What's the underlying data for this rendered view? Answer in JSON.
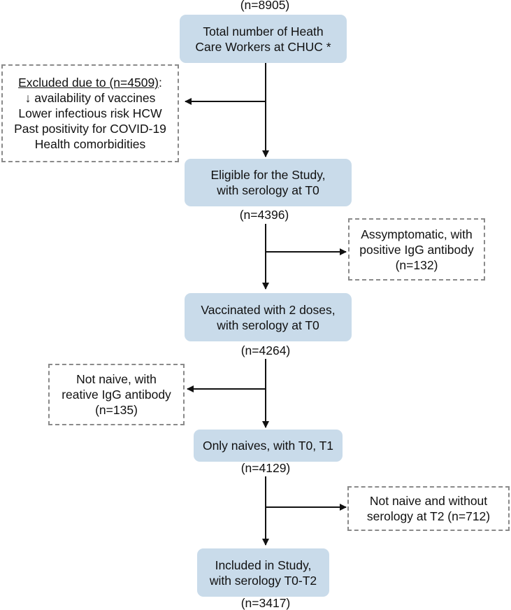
{
  "diagram": {
    "top_count": "(n=8905)",
    "steps": [
      {
        "lines": [
          "Total number of Heath",
          "Care Workers at CHUC *"
        ],
        "count": ""
      },
      {
        "lines": [
          "Eligible for the Study,",
          "with serology at T0"
        ],
        "count": "(n=4396)"
      },
      {
        "lines": [
          "Vaccinated with 2 doses,",
          "with serology at T0"
        ],
        "count": "(n=4264)"
      },
      {
        "lines": [
          "Only naives, with T0, T1"
        ],
        "count": "(n=4129)"
      },
      {
        "lines": [
          "Included in Study,",
          "with serology T0-T2"
        ],
        "count": "(n=3417)"
      }
    ],
    "exclusions": [
      {
        "title": "Excluded due to (n=4509)",
        "title_suffix": ":",
        "lines": [
          "↓ availability of vaccines",
          "Lower infectious risk HCW",
          "Past positivity for COVID-19",
          "Health comorbidities"
        ]
      },
      {
        "lines": [
          "Assymptomatic, with",
          "positive IgG antibody",
          "(n=132)"
        ]
      },
      {
        "lines": [
          "Not naive, with",
          "reative IgG antibody",
          "(n=135)"
        ]
      },
      {
        "lines": [
          "Not naive and without",
          "serology at T2 (n=712)"
        ]
      }
    ]
  }
}
